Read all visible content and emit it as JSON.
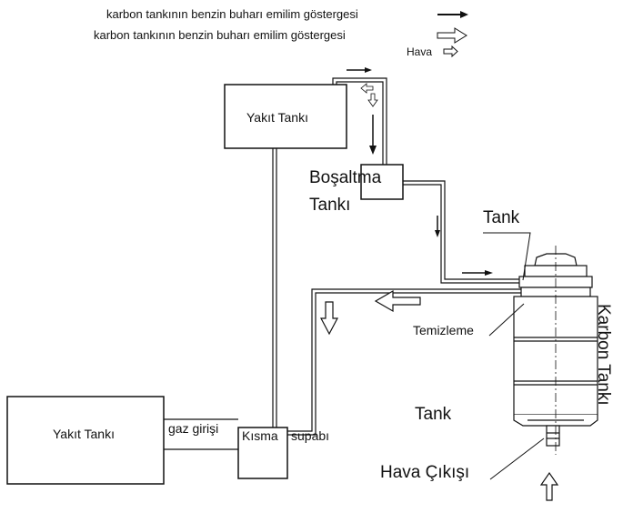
{
  "legend": {
    "item1": "karbon tankının benzin buharı emilim göstergesi",
    "item2": "karbon tankının benzin buharı emilim göstergesi",
    "item3": "Hava"
  },
  "labels": {
    "fuel_tank_top": "Yakıt Tankı",
    "fuel_tank_bottom": "Yakıt Tankı",
    "drain_tank": "Boşaltma\nTankı",
    "tank_top": "Tank",
    "tank_mid": "Tank",
    "purge": "Temizleme",
    "carbon_tank": "Karbon Tankı",
    "gas_inlet": "gaz girişi",
    "throttle_word1": "Kısma",
    "throttle_word2": "supabı",
    "air_outlet": "Hava Çıkışı"
  },
  "colors": {
    "line": "#111111",
    "background": "#ffffff"
  }
}
